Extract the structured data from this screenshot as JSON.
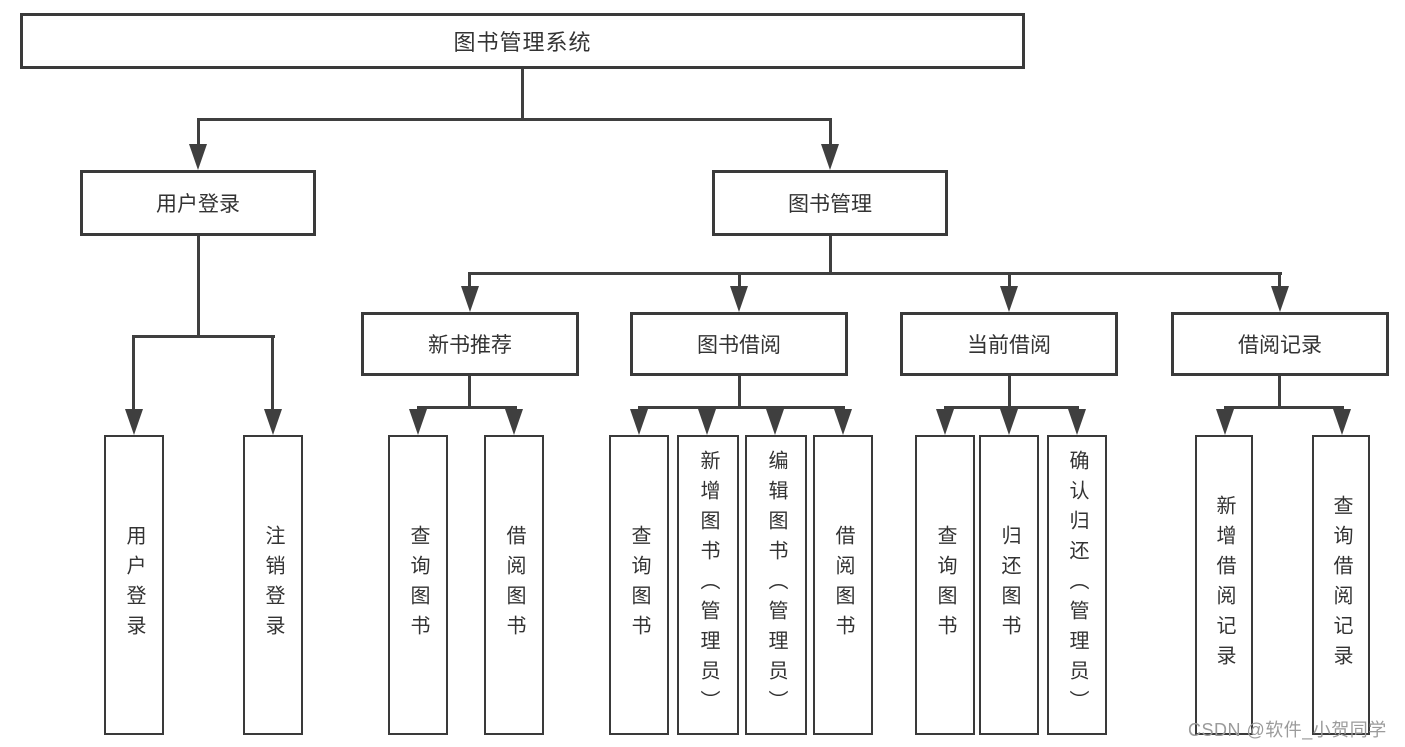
{
  "colors": {
    "background": "#ffffff",
    "box_border": "#3a3a3a",
    "connector_line": "#3f3f3f",
    "text": "#333333",
    "watermark": "#9b9b9b"
  },
  "diagram": {
    "root": "图书管理系统",
    "user_login": {
      "label": "用户登录",
      "children": [
        "用户登录",
        "注销登录"
      ]
    },
    "book_mgmt": {
      "label": "图书管理",
      "groups": [
        {
          "label": "新书推荐",
          "children": [
            "查询图书",
            "借阅图书"
          ]
        },
        {
          "label": "图书借阅",
          "children": [
            "查询图书",
            "新增图书（管理员）",
            "编辑图书（管理员）",
            "借阅图书"
          ]
        },
        {
          "label": "当前借阅",
          "children": [
            "查询图书",
            "归还图书",
            "确认归还（管理员）"
          ]
        },
        {
          "label": "借阅记录",
          "children": [
            "新增借阅记录",
            "查询借阅记录"
          ]
        }
      ]
    }
  },
  "watermark": "CSDN @软件_小贺同学"
}
